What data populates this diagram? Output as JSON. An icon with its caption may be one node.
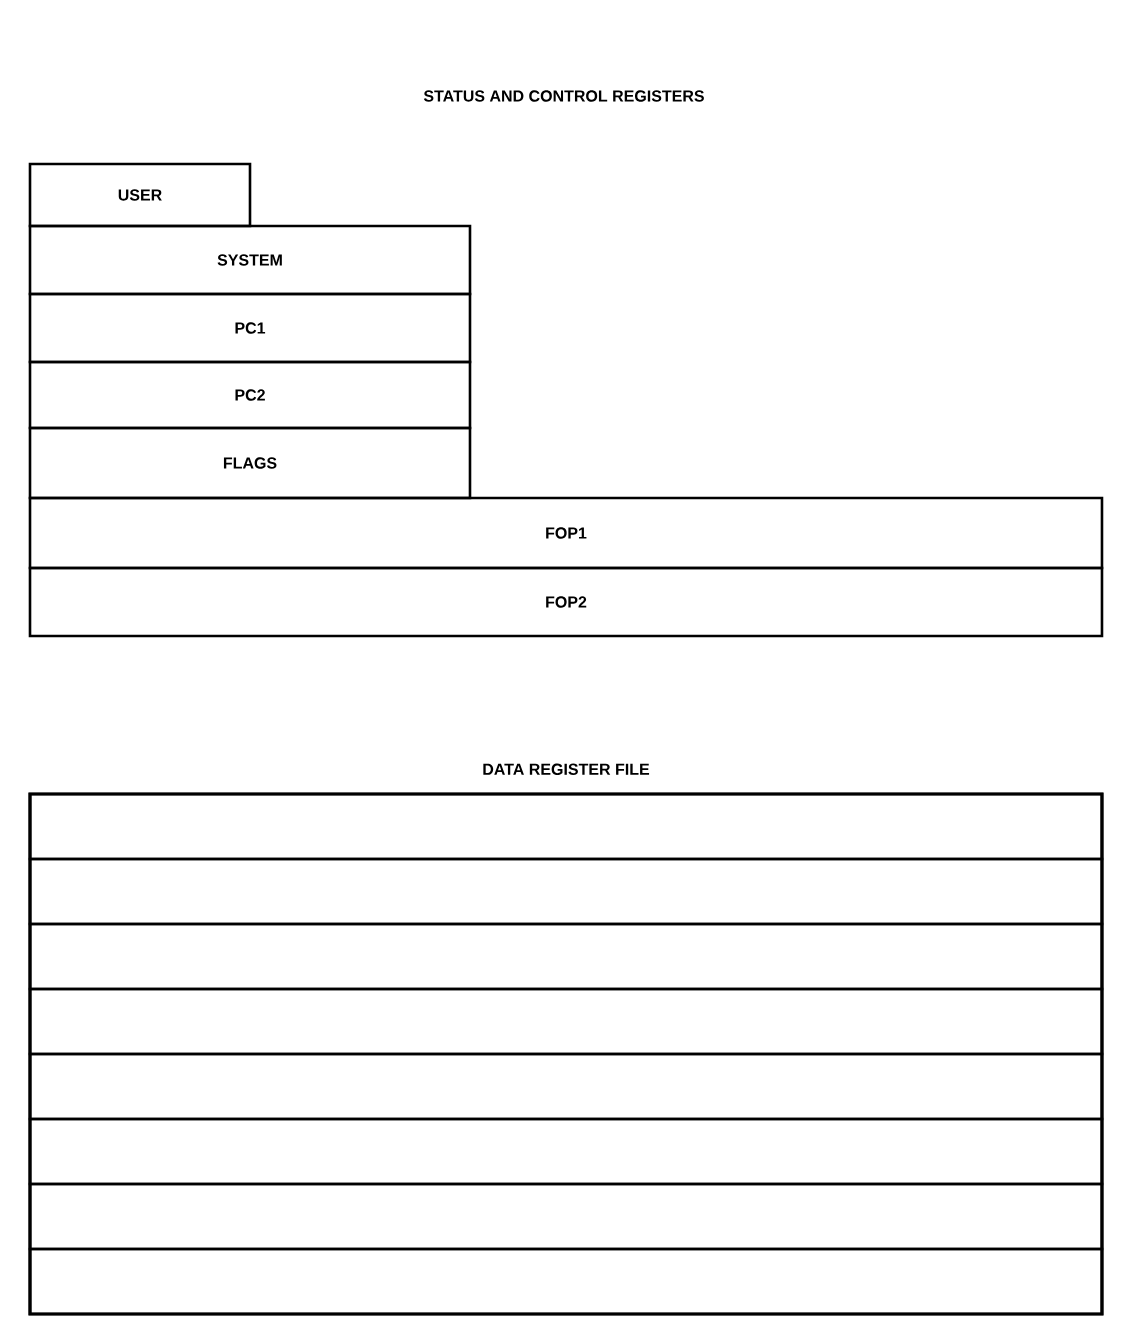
{
  "diagram": {
    "title": "STATUS AND CONTROL REGISTERS",
    "nodes": [
      {
        "text": [
          "USER"
        ]
      },
      {
        "text": [
          "SYSTEM"
        ]
      },
      {
        "text": [
          "PC1"
        ]
      },
      {
        "text": [
          "PC2"
        ]
      },
      {
        "text": [
          "FLAGS"
        ]
      },
      {
        "text": [
          "FOP1"
        ]
      },
      {
        "text": [
          "FOP2"
        ]
      },
      {
        "text": [
          "DATA REGISTER FILE"
        ]
      },
      {
        "text": [],
        "shape": "box",
        "in": 7
      },
      {
        "text": [],
        "shape": "box",
        "in": 7
      },
      {
        "text": [],
        "shape": "box",
        "in": 7
      },
      {
        "text": [],
        "shape": "box",
        "in": 7
      },
      {
        "text": [],
        "shape": "box",
        "in": 7
      },
      {
        "text": [],
        "shape": "box",
        "in": 7
      },
      {
        "text": [],
        "shape": "box",
        "in": 7
      },
      {
        "text": [],
        "shape": "box",
        "in": 7
      }
    ]
  }
}
